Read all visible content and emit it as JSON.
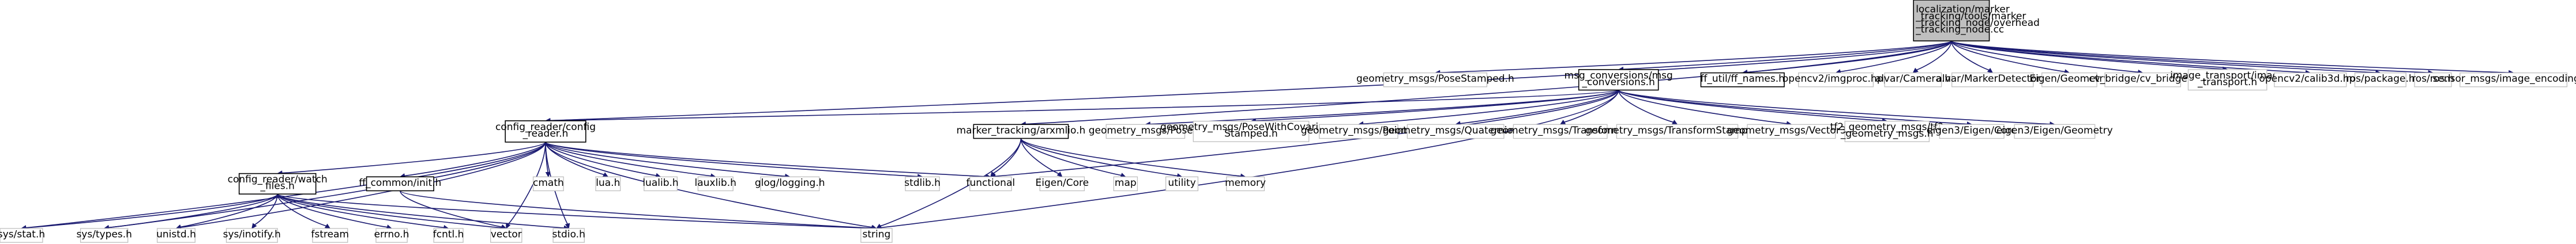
{
  "diagram": {
    "nodes": [
      {
        "id": "root",
        "lines": [
          "localization/marker",
          "_tracking/tools/marker",
          "_tracking_node/overhead",
          "_tracking_node.cc"
        ],
        "style": "root"
      },
      {
        "id": "geom_pose_stamped",
        "lines": [
          "geometry_msgs/PoseStamped.h"
        ],
        "style": "plain"
      },
      {
        "id": "msg_conversions",
        "lines": [
          "msg_conversions/msg",
          "_conversions.h"
        ],
        "style": "bordered"
      },
      {
        "id": "ff_names",
        "lines": [
          "ff_util/ff_names.h"
        ],
        "style": "bordered"
      },
      {
        "id": "imgproc",
        "lines": [
          "opencv2/imgproc.hpp"
        ],
        "style": "plain"
      },
      {
        "id": "alvar_camera",
        "lines": [
          "alvar/Camera.h"
        ],
        "style": "plain"
      },
      {
        "id": "alvar_marker",
        "lines": [
          "alvar/MarkerDetector.h"
        ],
        "style": "plain"
      },
      {
        "id": "eigen_geometry_top",
        "lines": [
          "Eigen/Geometry"
        ],
        "style": "plain"
      },
      {
        "id": "cv_bridge",
        "lines": [
          "cv_bridge/cv_bridge.h"
        ],
        "style": "plain"
      },
      {
        "id": "image_transport",
        "lines": [
          "image_transport/image",
          "_transport.h"
        ],
        "style": "plain"
      },
      {
        "id": "calib3d",
        "lines": [
          "opencv2/calib3d.hpp"
        ],
        "style": "plain"
      },
      {
        "id": "ros_package",
        "lines": [
          "ros/package.h"
        ],
        "style": "plain"
      },
      {
        "id": "ros_ros",
        "lines": [
          "ros/ros.h"
        ],
        "style": "plain"
      },
      {
        "id": "image_encodings",
        "lines": [
          "sensor_msgs/image_encodings.h"
        ],
        "style": "plain"
      },
      {
        "id": "config_reader",
        "lines": [
          "config_reader/config",
          "_reader.h"
        ],
        "style": "bordered"
      },
      {
        "id": "arxmlio",
        "lines": [
          "marker_tracking/arxmlio.h"
        ],
        "style": "bordered"
      },
      {
        "id": "geom_pose",
        "lines": [
          "geometry_msgs/Pose.h"
        ],
        "style": "plain"
      },
      {
        "id": "geom_pose_cov",
        "lines": [
          "geometry_msgs/PoseWithCovariance",
          "Stamped.h"
        ],
        "style": "plain"
      },
      {
        "id": "geom_point",
        "lines": [
          "geometry_msgs/Point.h"
        ],
        "style": "plain"
      },
      {
        "id": "geom_quat",
        "lines": [
          "geometry_msgs/Quaternion.h"
        ],
        "style": "plain"
      },
      {
        "id": "geom_transform",
        "lines": [
          "geometry_msgs/Transform.h"
        ],
        "style": "plain"
      },
      {
        "id": "geom_transform_stamped",
        "lines": [
          "geometry_msgs/TransformStamped.h"
        ],
        "style": "plain"
      },
      {
        "id": "geom_vector3",
        "lines": [
          "geometry_msgs/Vector3.h"
        ],
        "style": "plain"
      },
      {
        "id": "tf2_geom",
        "lines": [
          "tf2_geometry_msgs/tf2",
          "_geometry_msgs.h"
        ],
        "style": "plain"
      },
      {
        "id": "eigen3_core",
        "lines": [
          "eigen3/Eigen/Core"
        ],
        "style": "plain"
      },
      {
        "id": "eigen3_geometry",
        "lines": [
          "eigen3/Eigen/Geometry"
        ],
        "style": "plain"
      },
      {
        "id": "watch_files",
        "lines": [
          "config_reader/watch",
          "_files.h"
        ],
        "style": "bordered"
      },
      {
        "id": "ff_init",
        "lines": [
          "ff_common/init.h"
        ],
        "style": "bordered"
      },
      {
        "id": "cmath",
        "lines": [
          "cmath"
        ],
        "style": "plain"
      },
      {
        "id": "lua",
        "lines": [
          "lua.h"
        ],
        "style": "plain"
      },
      {
        "id": "lualib",
        "lines": [
          "lualib.h"
        ],
        "style": "plain"
      },
      {
        "id": "lauxlib",
        "lines": [
          "lauxlib.h"
        ],
        "style": "plain"
      },
      {
        "id": "glog",
        "lines": [
          "glog/logging.h"
        ],
        "style": "plain"
      },
      {
        "id": "stdlib",
        "lines": [
          "stdlib.h"
        ],
        "style": "plain"
      },
      {
        "id": "functional",
        "lines": [
          "functional"
        ],
        "style": "plain"
      },
      {
        "id": "eigen_core",
        "lines": [
          "Eigen/Core"
        ],
        "style": "plain"
      },
      {
        "id": "map",
        "lines": [
          "map"
        ],
        "style": "plain"
      },
      {
        "id": "utility",
        "lines": [
          "utility"
        ],
        "style": "plain"
      },
      {
        "id": "memory",
        "lines": [
          "memory"
        ],
        "style": "plain"
      },
      {
        "id": "sys_stat",
        "lines": [
          "sys/stat.h"
        ],
        "style": "plain"
      },
      {
        "id": "sys_types",
        "lines": [
          "sys/types.h"
        ],
        "style": "plain"
      },
      {
        "id": "unistd",
        "lines": [
          "unistd.h"
        ],
        "style": "plain"
      },
      {
        "id": "sys_inotify",
        "lines": [
          "sys/inotify.h"
        ],
        "style": "plain"
      },
      {
        "id": "fstream",
        "lines": [
          "fstream"
        ],
        "style": "plain"
      },
      {
        "id": "errno",
        "lines": [
          "errno.h"
        ],
        "style": "plain"
      },
      {
        "id": "fcntl",
        "lines": [
          "fcntl.h"
        ],
        "style": "plain"
      },
      {
        "id": "vector",
        "lines": [
          "vector"
        ],
        "style": "plain"
      },
      {
        "id": "stdio",
        "lines": [
          "stdio.h"
        ],
        "style": "plain"
      },
      {
        "id": "string",
        "lines": [
          "string"
        ],
        "style": "plain"
      }
    ],
    "edges": [
      [
        "root",
        "geom_pose_stamped"
      ],
      [
        "root",
        "msg_conversions"
      ],
      [
        "root",
        "ff_names"
      ],
      [
        "root",
        "imgproc"
      ],
      [
        "root",
        "alvar_camera"
      ],
      [
        "root",
        "alvar_marker"
      ],
      [
        "root",
        "eigen_geometry_top"
      ],
      [
        "root",
        "cv_bridge"
      ],
      [
        "root",
        "image_transport"
      ],
      [
        "root",
        "calib3d"
      ],
      [
        "root",
        "ros_package"
      ],
      [
        "root",
        "ros_ros"
      ],
      [
        "root",
        "image_encodings"
      ],
      [
        "root",
        "config_reader"
      ],
      [
        "root",
        "arxmlio"
      ],
      [
        "msg_conversions",
        "config_reader"
      ],
      [
        "msg_conversions",
        "geom_pose"
      ],
      [
        "msg_conversions",
        "geom_pose_cov"
      ],
      [
        "msg_conversions",
        "geom_point"
      ],
      [
        "msg_conversions",
        "geom_quat"
      ],
      [
        "msg_conversions",
        "geom_transform"
      ],
      [
        "msg_conversions",
        "geom_transform_stamped"
      ],
      [
        "msg_conversions",
        "geom_vector3"
      ],
      [
        "msg_conversions",
        "tf2_geom"
      ],
      [
        "msg_conversions",
        "eigen3_core"
      ],
      [
        "msg_conversions",
        "eigen3_geometry"
      ],
      [
        "msg_conversions",
        "functional"
      ],
      [
        "msg_conversions",
        "string"
      ],
      [
        "config_reader",
        "watch_files"
      ],
      [
        "config_reader",
        "ff_init"
      ],
      [
        "config_reader",
        "cmath"
      ],
      [
        "config_reader",
        "lua"
      ],
      [
        "config_reader",
        "lualib"
      ],
      [
        "config_reader",
        "lauxlib"
      ],
      [
        "config_reader",
        "glog"
      ],
      [
        "config_reader",
        "stdlib"
      ],
      [
        "config_reader",
        "functional"
      ],
      [
        "config_reader",
        "sys_stat"
      ],
      [
        "config_reader",
        "sys_types"
      ],
      [
        "config_reader",
        "unistd"
      ],
      [
        "config_reader",
        "vector"
      ],
      [
        "config_reader",
        "stdio"
      ],
      [
        "config_reader",
        "string"
      ],
      [
        "watch_files",
        "sys_stat"
      ],
      [
        "watch_files",
        "sys_types"
      ],
      [
        "watch_files",
        "unistd"
      ],
      [
        "watch_files",
        "sys_inotify"
      ],
      [
        "watch_files",
        "fstream"
      ],
      [
        "watch_files",
        "errno"
      ],
      [
        "watch_files",
        "fcntl"
      ],
      [
        "watch_files",
        "vector"
      ],
      [
        "watch_files",
        "stdio"
      ],
      [
        "watch_files",
        "string"
      ],
      [
        "ff_init",
        "vector"
      ],
      [
        "ff_init",
        "string"
      ],
      [
        "arxmlio",
        "functional"
      ],
      [
        "arxmlio",
        "eigen_core"
      ],
      [
        "arxmlio",
        "map"
      ],
      [
        "arxmlio",
        "utility"
      ],
      [
        "arxmlio",
        "memory"
      ],
      [
        "arxmlio",
        "string"
      ]
    ]
  }
}
